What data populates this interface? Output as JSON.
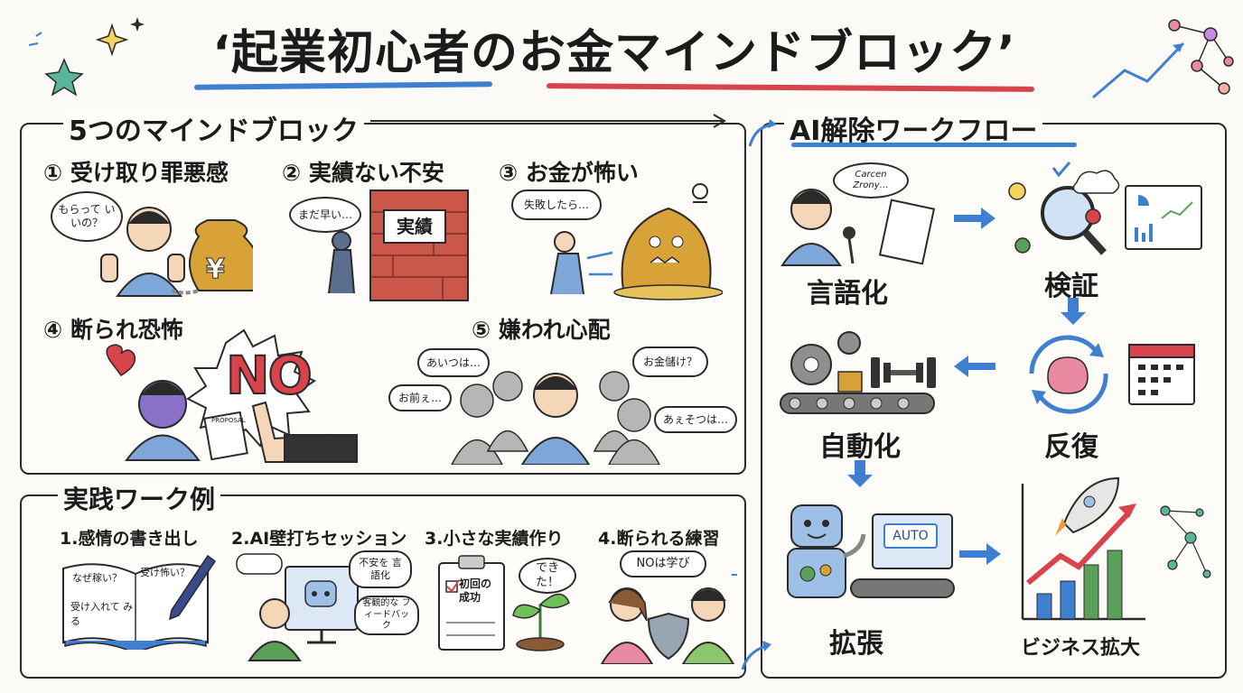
{
  "title": "‘起業初心者のお金マインドブロック’",
  "blocks_section": {
    "heading": "5つのマインドブロック",
    "items": [
      {
        "label": "① 受け取り罪悪感",
        "bubble": "もらって いいの？"
      },
      {
        "label": "② 実績ない不安",
        "bubble": "まだ早い…",
        "sign": "実績"
      },
      {
        "label": "③ お金が怖い",
        "bubble": "失敗したら…"
      },
      {
        "label": "④ 断られ恐怖",
        "big_text": "NO",
        "paper": "PROPOSAL"
      },
      {
        "label": "⑤ 嫌われ心配",
        "bubbles": [
          "あいつは…",
          "お金儲け？",
          "お前ぇ…",
          "あぇそつは…"
        ]
      }
    ]
  },
  "practice_section": {
    "heading": "実践ワーク例",
    "items": [
      {
        "label": "1.感情の書き出し",
        "notes": [
          "なぜ稼い？",
          "受け怖い？",
          "受け入れて みる"
        ]
      },
      {
        "label": "2.AI壁打ちセッション",
        "bubbles": [
          "不安を 言語化",
          "客観的な フィードバック"
        ]
      },
      {
        "label": "3.小さな実績作り",
        "bubbles": [
          "初回の 成功",
          "できた！"
        ]
      },
      {
        "label": "4.断られる練習",
        "bubbles": [
          "NOは学び"
        ]
      }
    ]
  },
  "workflow_section": {
    "heading": "AI解除ワークフロー",
    "steps": [
      {
        "label": "言語化",
        "bubble": "Carcen Zrony…"
      },
      {
        "label": "検証"
      },
      {
        "label": "反復"
      },
      {
        "label": "自動化"
      },
      {
        "label": "拡張",
        "screen": "AUTO"
      },
      {
        "label": "ビジネス拡大"
      }
    ]
  },
  "colors": {
    "blue": "#3f7fd0",
    "red": "#d9434b",
    "gold": "#d8a238",
    "green": "#5aa05a"
  }
}
